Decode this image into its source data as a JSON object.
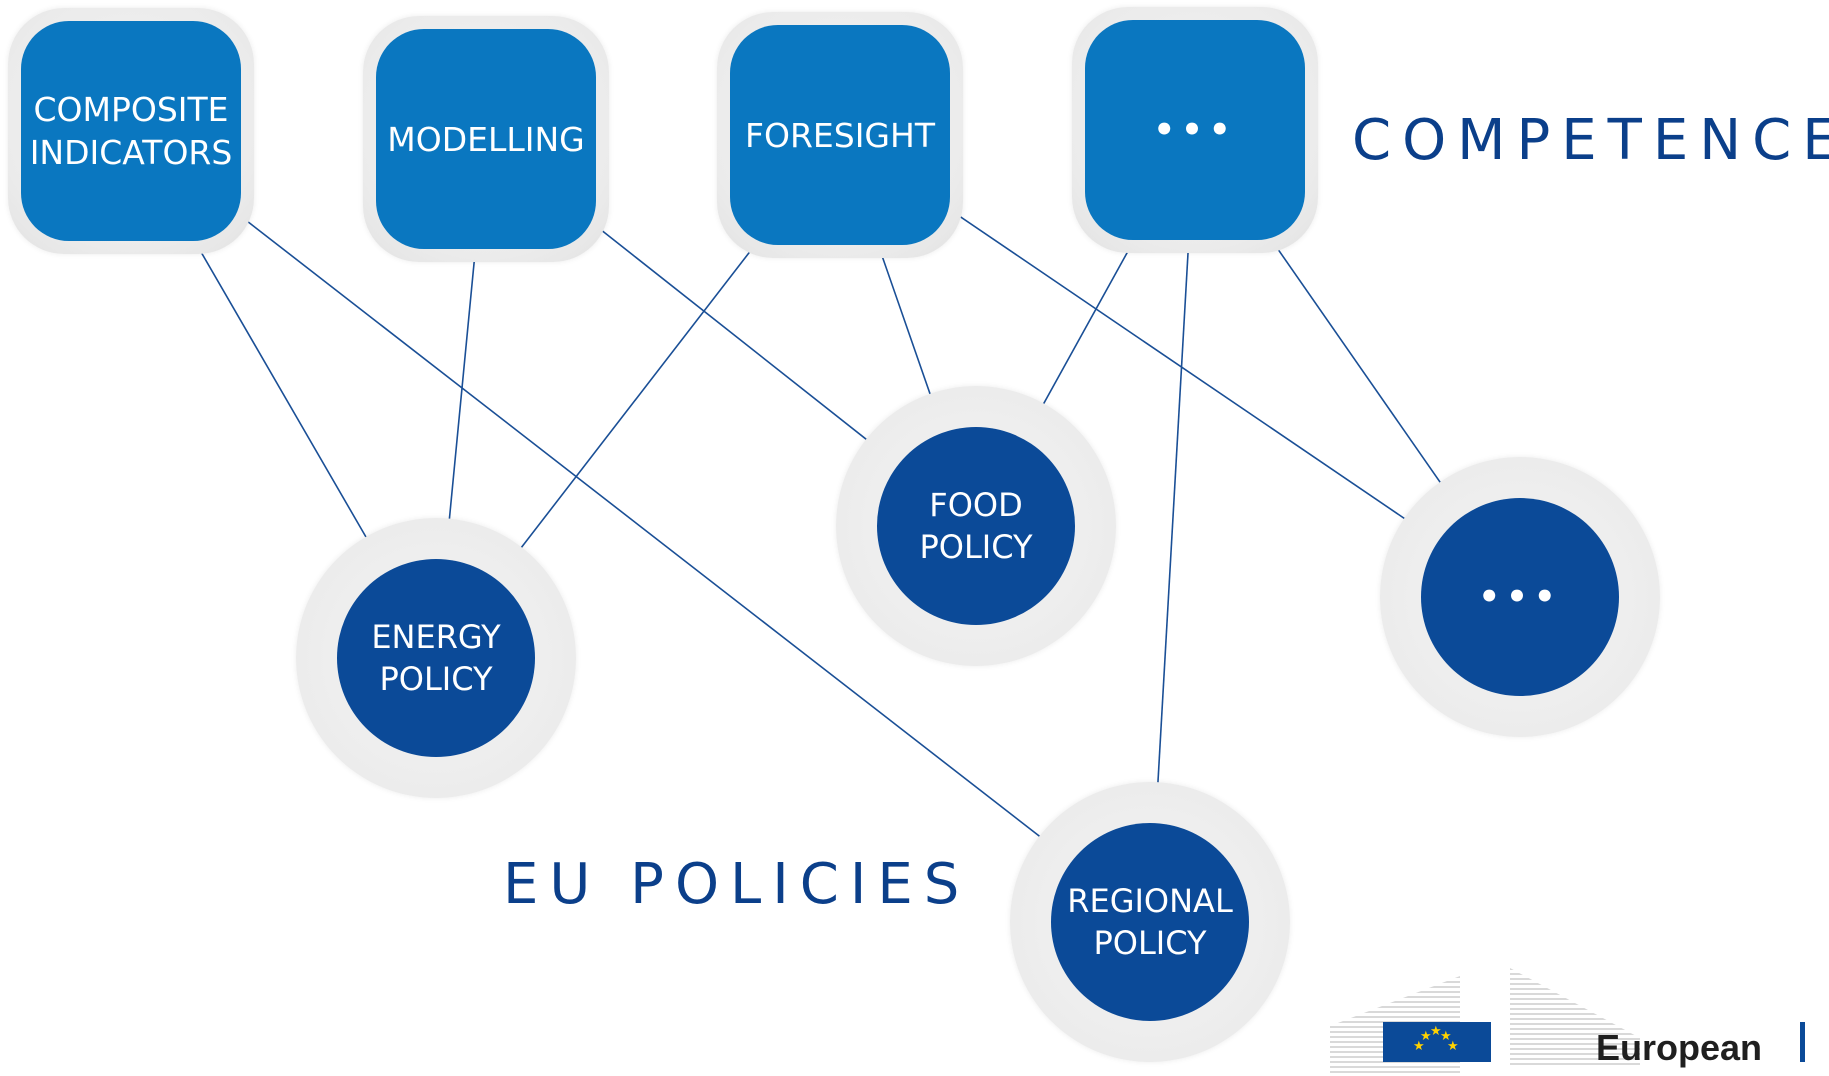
{
  "diagram": {
    "competences_heading": "COMPETENCES",
    "policies_heading": "EU POLICIES",
    "competences": [
      {
        "id": "composite",
        "label": "COMPOSITE\nINDICATORS"
      },
      {
        "id": "modelling",
        "label": "MODELLING"
      },
      {
        "id": "foresight",
        "label": "FORESIGHT"
      },
      {
        "id": "more_comp",
        "label": "•••"
      }
    ],
    "policies": [
      {
        "id": "energy",
        "label": "ENERGY\nPOLICY"
      },
      {
        "id": "food",
        "label": "FOOD\nPOLICY"
      },
      {
        "id": "more_pol",
        "label": "•••"
      },
      {
        "id": "regional",
        "label": "REGIONAL\nPOLICY"
      }
    ],
    "links": [
      [
        "composite",
        "energy"
      ],
      [
        "composite",
        "regional"
      ],
      [
        "modelling",
        "energy"
      ],
      [
        "modelling",
        "food"
      ],
      [
        "foresight",
        "energy"
      ],
      [
        "foresight",
        "food"
      ],
      [
        "foresight",
        "more_pol"
      ],
      [
        "more_comp",
        "food"
      ],
      [
        "more_comp",
        "regional"
      ],
      [
        "more_comp",
        "more_pol"
      ]
    ],
    "colors": {
      "competence_fill": "#0a77c0",
      "policy_fill": "#0b4a98",
      "heading": "#0b3f8a",
      "edge": "#1a4f96"
    }
  },
  "logo": {
    "text": "European"
  }
}
